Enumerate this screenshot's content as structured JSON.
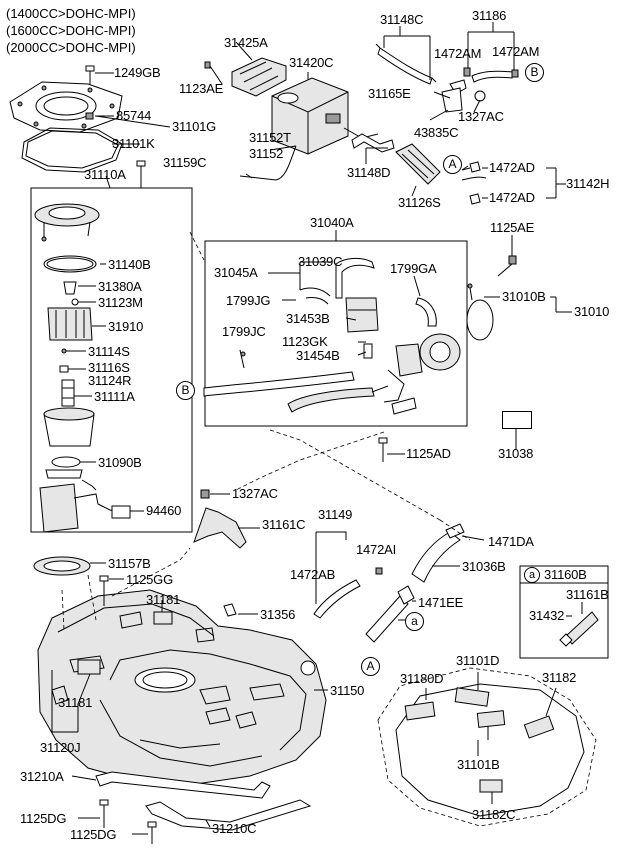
{
  "header": {
    "engine_lines": [
      "(1400CC>DOHC-MPI)",
      "(1600CC>DOHC-MPI)",
      "(2000CC>DOHC-MPI)"
    ]
  },
  "refs": {
    "a": "a",
    "b": "B",
    "A": "A"
  },
  "labels": {
    "p1249GB": "1249GB",
    "p85744": "85744",
    "p31101G": "31101G",
    "p31101K": "31101K",
    "p31159C": "31159C",
    "p31425A": "31425A",
    "p31420C": "31420C",
    "p1123AE": "1123AE",
    "p31152T": "31152T",
    "p31152": "31152",
    "p31148C": "31148C",
    "p31186": "31186",
    "p1472AM_1": "1472AM",
    "p1472AM_2": "1472AM",
    "p31165E": "31165E",
    "p1327AC_top": "1327AC",
    "p43835C": "43835C",
    "p31148D": "31148D",
    "p31126S": "31126S",
    "p1472AD_1": "1472AD",
    "p1472AD_2": "1472AD",
    "p31142H": "31142H",
    "p31110A": "31110A",
    "p31140B": "31140B",
    "p31380A": "31380A",
    "p31123M": "31123M",
    "p31910": "31910",
    "p31114S": "31114S",
    "p31116S": "31116S",
    "p31124R": "31124R",
    "p31111A": "31111A",
    "p31090B": "31090B",
    "p94460": "94460",
    "p31157B": "31157B",
    "p31040A": "31040A",
    "p31045A": "31045A",
    "p31039C": "31039C",
    "p1799GA": "1799GA",
    "p1799JG": "1799JG",
    "p31453B": "31453B",
    "p1799JC": "1799JC",
    "p1123GK": "1123GK",
    "p31454B": "31454B",
    "p1125AE": "1125AE",
    "p31010B": "31010B",
    "p31010": "31010",
    "p1125AD": "1125AD",
    "p31038": "31038",
    "p1327AC_mid": "1327AC",
    "p31161C": "31161C",
    "p31149": "31149",
    "p1472AI": "1472AI",
    "p1471DA": "1471DA",
    "p1472AB": "1472AB",
    "p31036B": "31036B",
    "p1125GG": "1125GG",
    "p31181_top": "31181",
    "p31356": "31356",
    "p1471EE": "1471EE",
    "p31160B": "31160B",
    "p31161B": "31161B",
    "p31432": "31432",
    "p31181_bot": "31181",
    "p31150": "31150",
    "p31120J": "31120J",
    "p31101D": "31101D",
    "p31180D": "31180D",
    "p31182": "31182",
    "p31101B": "31101B",
    "p31210A": "31210A",
    "p1125DG_1": "1125DG",
    "p1125DG_2": "1125DG",
    "p31210C": "31210C",
    "p31182C": "31182C"
  }
}
